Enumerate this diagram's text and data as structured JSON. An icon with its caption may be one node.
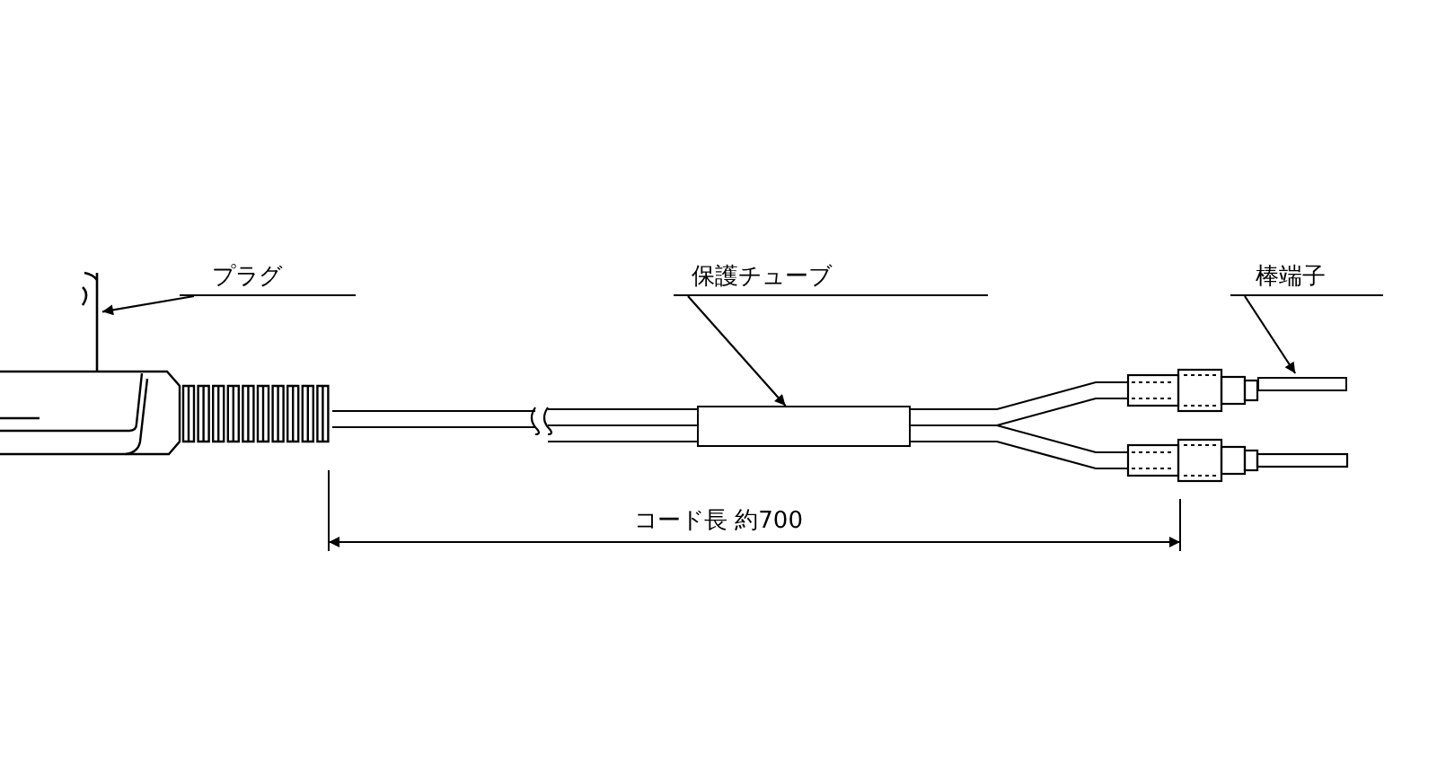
{
  "diagram": {
    "nodes": [
      {
        "text": [
          "プラグ"
        ]
      },
      {
        "text": [],
        "shape": "picture"
      },
      {
        "text": [
          "保護チューブ"
        ]
      },
      {
        "text": [],
        "shape": "box"
      },
      {
        "text": [
          "棒端子"
        ]
      },
      {
        "text": [],
        "shape": "bar"
      }
    ],
    "edges": [
      {
        "from": 0,
        "to": 1,
        "arrow": "to"
      },
      {
        "from": 2,
        "to": 3,
        "arrow": "to"
      },
      {
        "from": 4,
        "to": 5,
        "arrow": "to"
      }
    ],
    "labels": [
      "コード長 約700"
    ]
  }
}
